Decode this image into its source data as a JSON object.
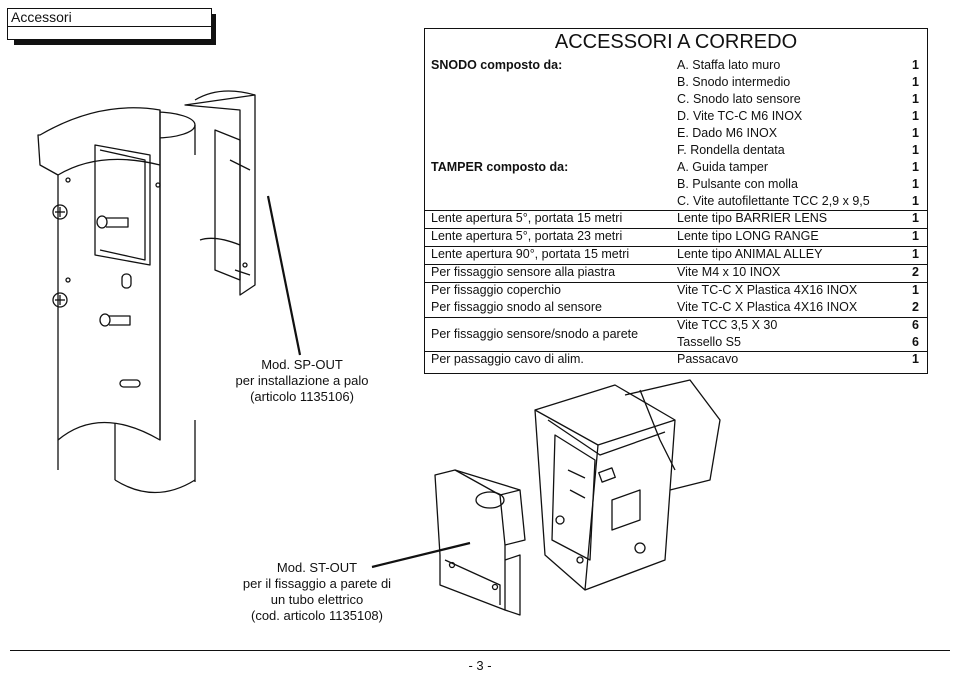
{
  "header": {
    "title": "Accessori"
  },
  "table": {
    "title": "ACCESSORI A CORREDO",
    "groups": [
      {
        "name": "SNODO composto da:",
        "items": [
          {
            "desc": "A. Staffa lato muro",
            "qty": "1"
          },
          {
            "desc": "B. Snodo intermedio",
            "qty": "1"
          },
          {
            "desc": "C. Snodo lato sensore",
            "qty": "1"
          },
          {
            "desc": "D. Vite TC-C M6 INOX",
            "qty": "1"
          },
          {
            "desc": "E. Dado M6 INOX",
            "qty": "1"
          },
          {
            "desc": "F. Rondella dentata",
            "qty": "1"
          }
        ]
      },
      {
        "name": "TAMPER composto da:",
        "items": [
          {
            "desc": "A. Guida tamper",
            "qty": "1"
          },
          {
            "desc": "B. Pulsante con molla",
            "qty": "1"
          },
          {
            "desc": "C. Vite autofilettante TCC 2,9 x 9,5",
            "qty": "1"
          }
        ]
      }
    ],
    "rows": [
      {
        "use": "Lente apertura 5°, portata 15 metri",
        "item": "Lente tipo BARRIER LENS",
        "qty": "1"
      },
      {
        "use": "Lente apertura 5°, portata 23 metri",
        "item": "Lente tipo LONG RANGE",
        "qty": "1"
      },
      {
        "use": "Lente apertura 90°, portata 15 metri",
        "item": "Lente tipo ANIMAL ALLEY",
        "qty": "1"
      },
      {
        "use": "Per fissaggio sensore alla piastra",
        "item": "Vite M4 x 10 INOX",
        "qty": "2"
      },
      {
        "use": "Per fissaggio coperchio",
        "item": "Vite TC-C X Plastica 4X16 INOX",
        "qty": "1"
      },
      {
        "use": "Per fissaggio snodo al sensore",
        "item": "Vite TC-C X Plastica 4X16 INOX",
        "qty": "2"
      },
      {
        "use": "Per fissaggio sensore/snodo a parete",
        "item": "Vite TCC 3,5 X 30",
        "qty": "6",
        "item2": "Tassello S5",
        "qty2": "6"
      },
      {
        "use": "Per passaggio cavo di alim.",
        "item": "Passacavo",
        "qty": "1"
      }
    ]
  },
  "captions": {
    "sp_out": [
      "Mod. SP-OUT",
      "per installazione a palo",
      "(articolo 1135106)"
    ],
    "st_out": [
      "Mod. ST-OUT",
      "per il fissaggio a parete di",
      "un tubo elettrico",
      "(cod. articolo 1135108)"
    ]
  },
  "footer": {
    "page": "- 3 -"
  }
}
